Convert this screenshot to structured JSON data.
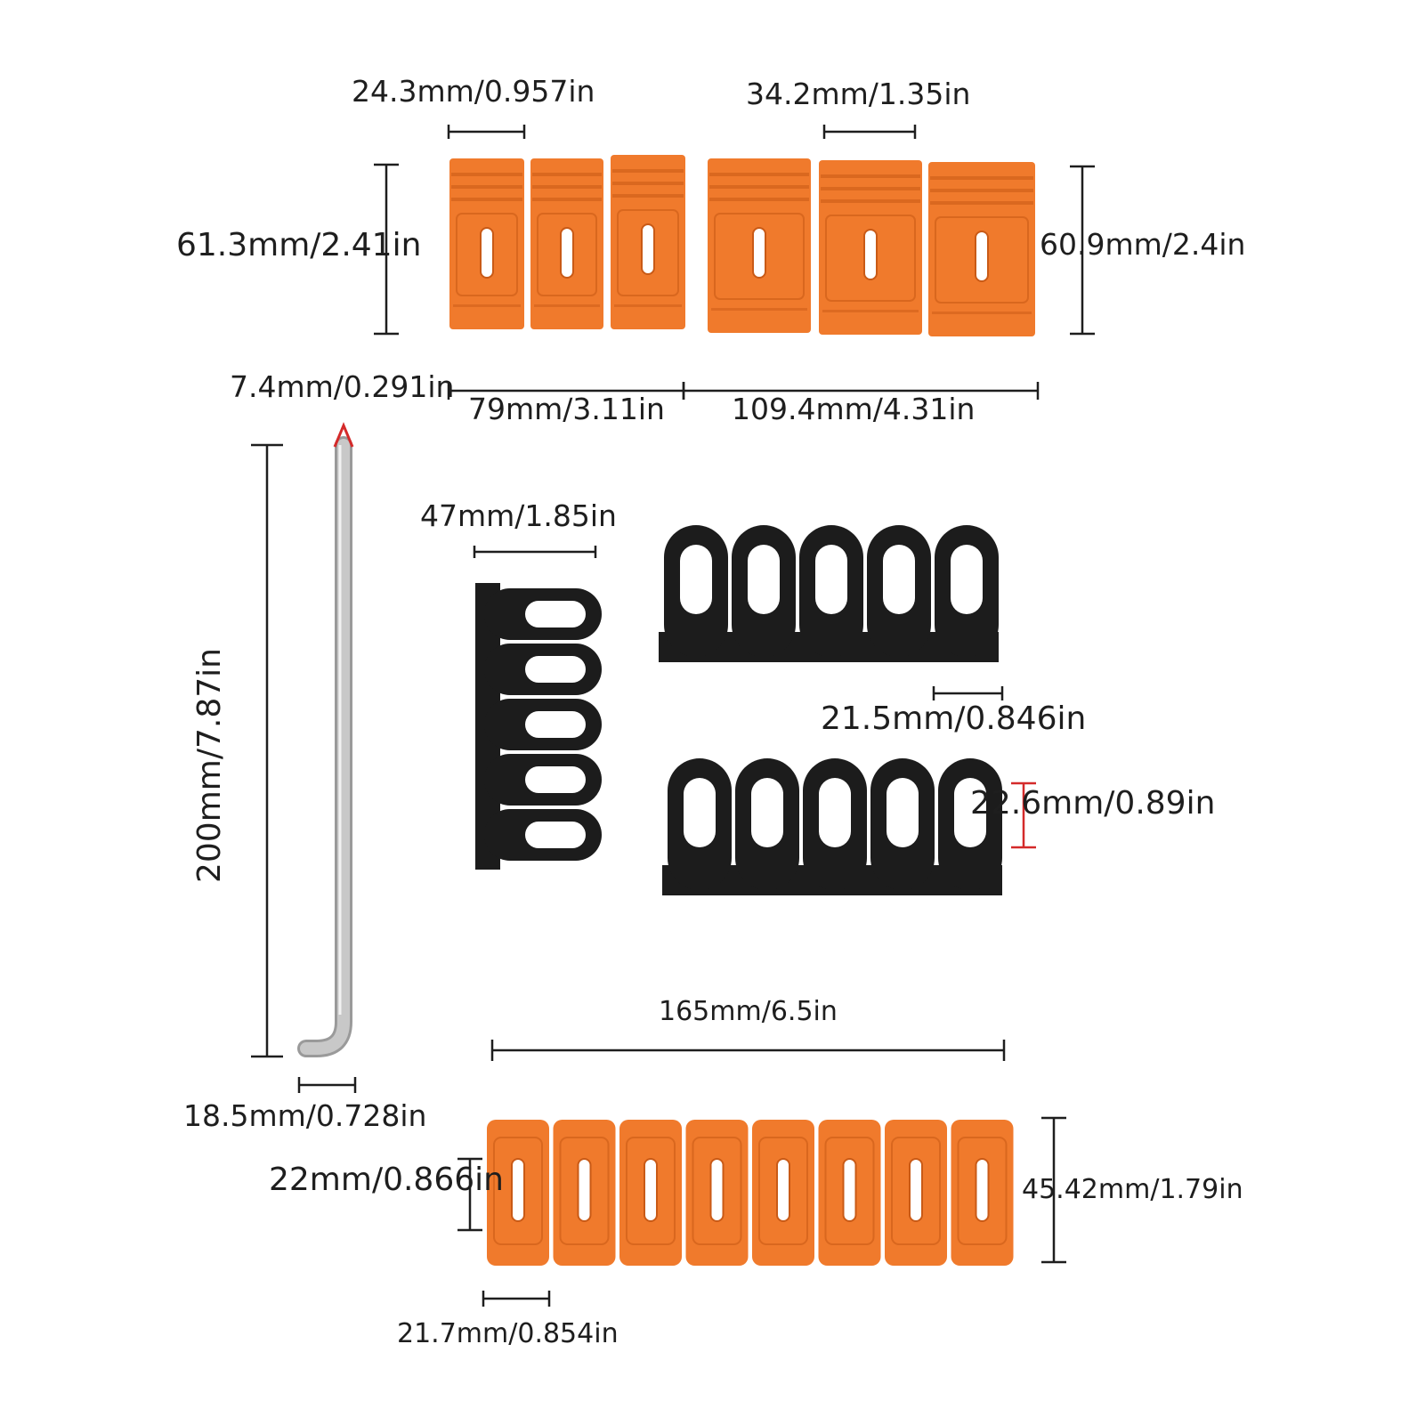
{
  "colors": {
    "orange": "#f07a2c",
    "orange_shadow": "#c95a16",
    "black_part": "#1c1c1c",
    "rod": "#c8c8c8",
    "dimension_line": "#1e1e1e",
    "accent_red": "#d42a2a"
  },
  "labels": {
    "top_small_width": "24.3mm/0.957in",
    "top_large_width": "34.2mm/1.35in",
    "top_left_height": "61.3mm/2.41in",
    "top_right_height": "60.9mm/2.4in",
    "rod_diameter": "7.4mm/0.291in",
    "top_small_length": "79mm/3.11in",
    "top_large_length": "109.4mm/4.31in",
    "rod_length": "200mm/7.87in",
    "black_side_width": "47mm/1.85in",
    "black_slot_width": "21.5mm/0.846in",
    "black_slot_height": "22.6mm/0.89in",
    "bottom_length": "165mm/6.5in",
    "rod_hook": "18.5mm/0.728in",
    "bottom_height": "45.42mm/1.79in",
    "bottom_slot_height": "22mm/0.866in",
    "bottom_slot_width": "21.7mm/0.854in"
  }
}
